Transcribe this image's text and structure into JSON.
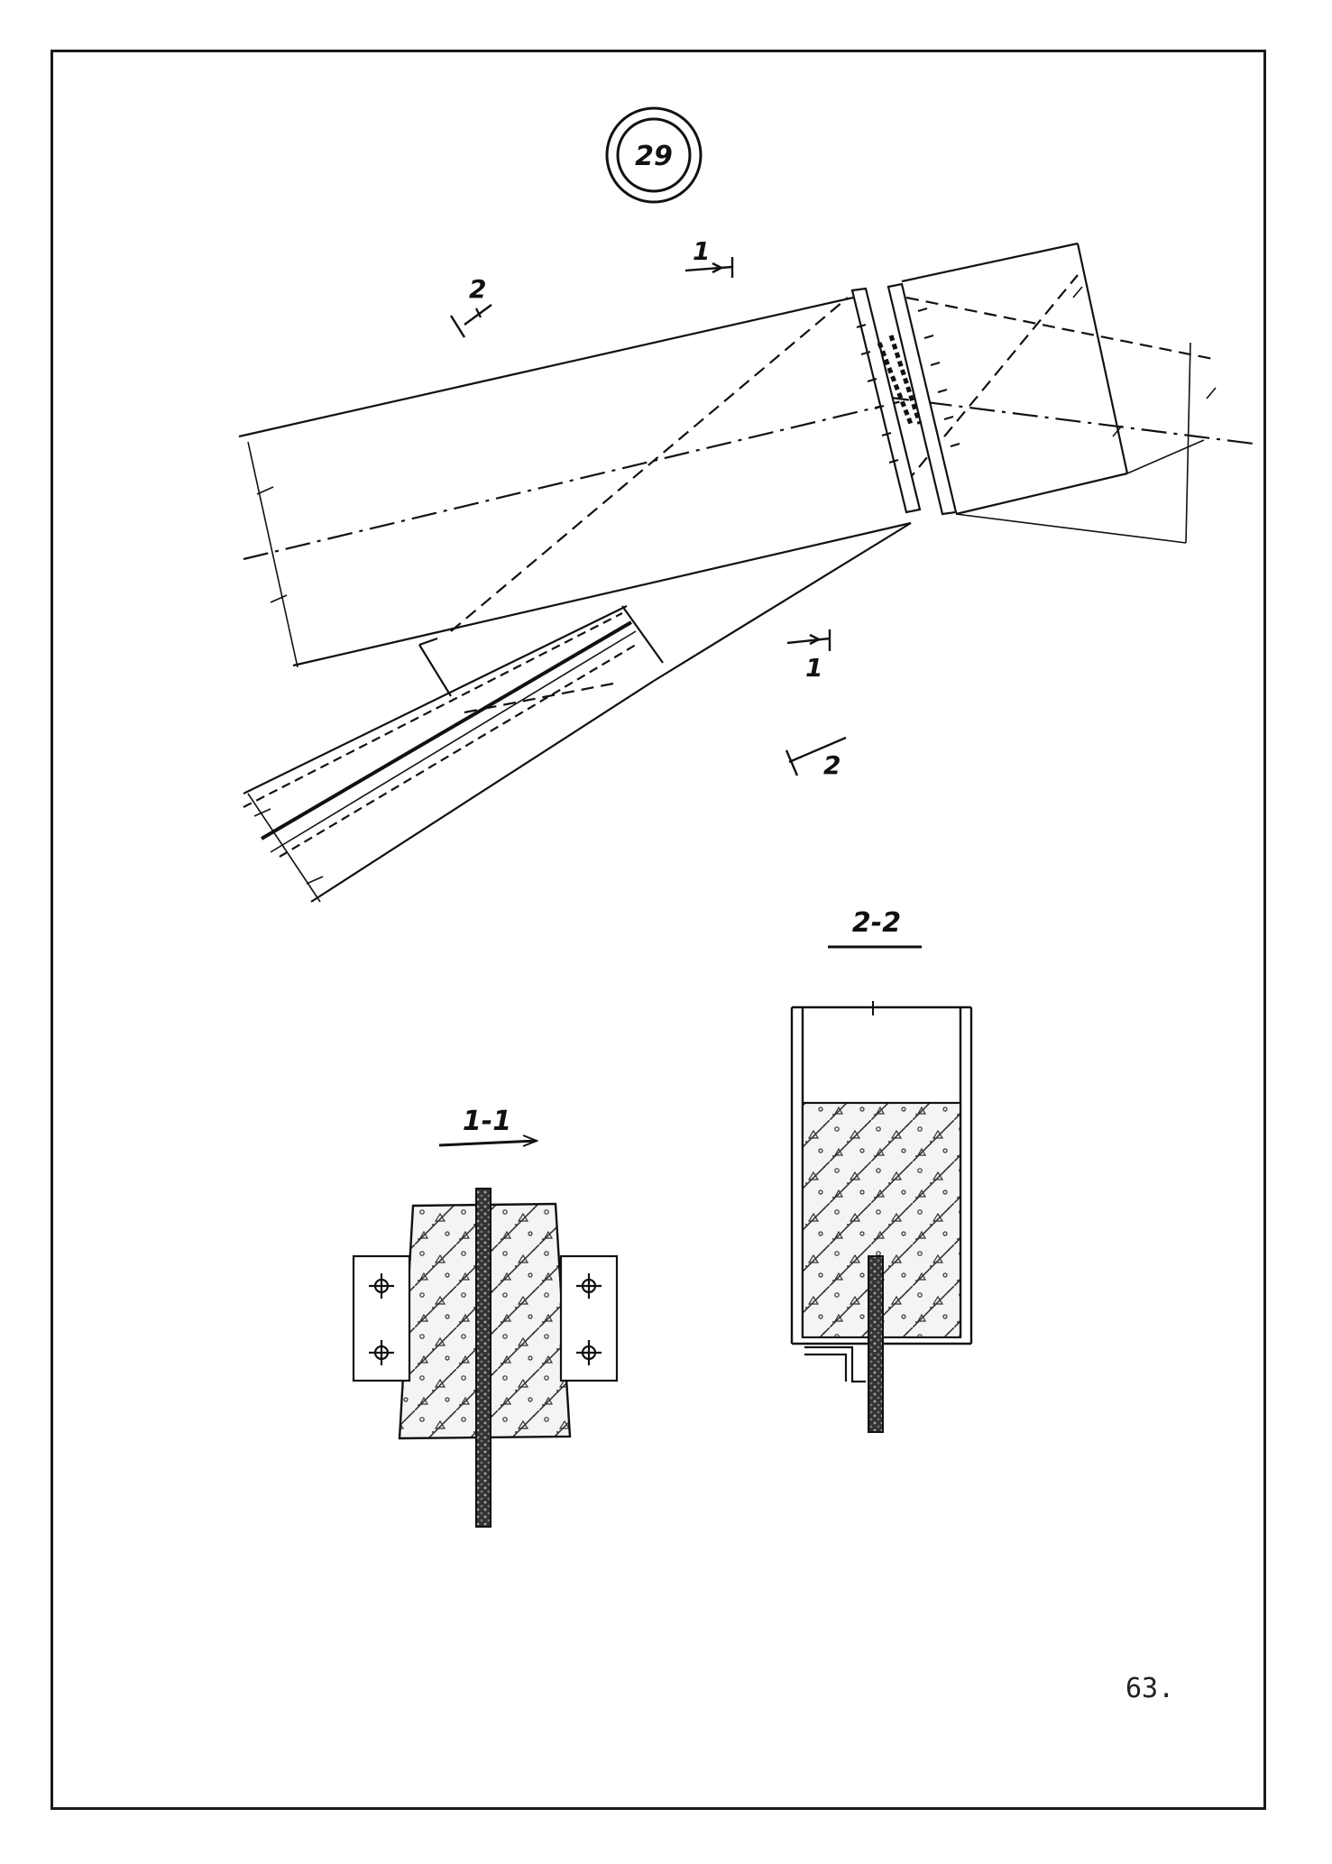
{
  "sheet": {
    "badge_number": "29",
    "page_number": "63.",
    "section_marks": {
      "mark_1_top": "1",
      "mark_1_bottom": "1",
      "mark_2_top": "2",
      "mark_2_bottom": "2"
    },
    "sections": {
      "section_1_title": "1-1",
      "section_2_title": "2-2"
    }
  }
}
